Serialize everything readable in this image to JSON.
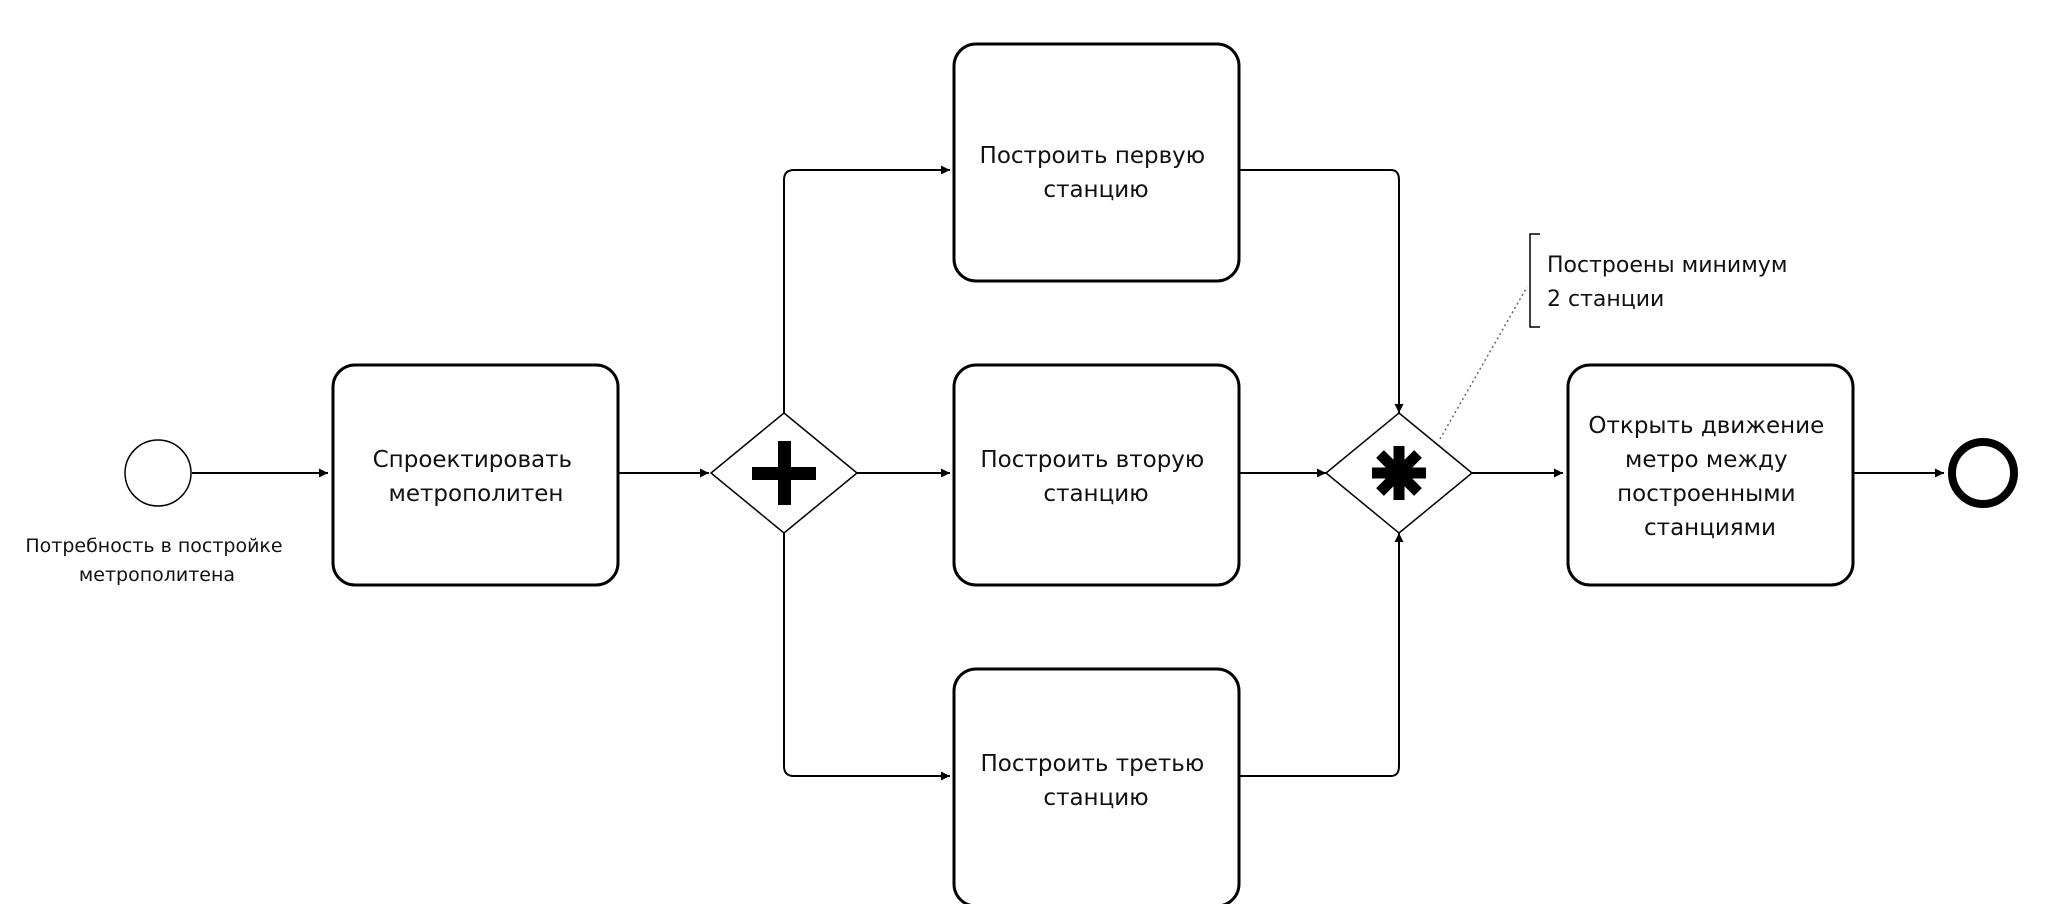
{
  "diagram": {
    "start_event": {
      "label_lines": [
        "Потребность в постройке",
        "метрополитена"
      ]
    },
    "tasks": {
      "design": {
        "lines": [
          "Спроектировать",
          "метрополитен"
        ]
      },
      "station1": {
        "lines": [
          "Построить первую",
          "станцию"
        ]
      },
      "station2": {
        "lines": [
          "Построить вторую",
          "станцию"
        ]
      },
      "station3": {
        "lines": [
          "Построить третью",
          "станцию"
        ]
      },
      "open": {
        "lines": [
          "Открыть движение",
          "метро между",
          "построенными",
          "станциями"
        ]
      }
    },
    "gateways": {
      "split": {
        "kind": "parallel"
      },
      "join": {
        "kind": "complex"
      }
    },
    "annotation": {
      "lines": [
        "Построены минимум",
        "2 станции"
      ]
    }
  }
}
